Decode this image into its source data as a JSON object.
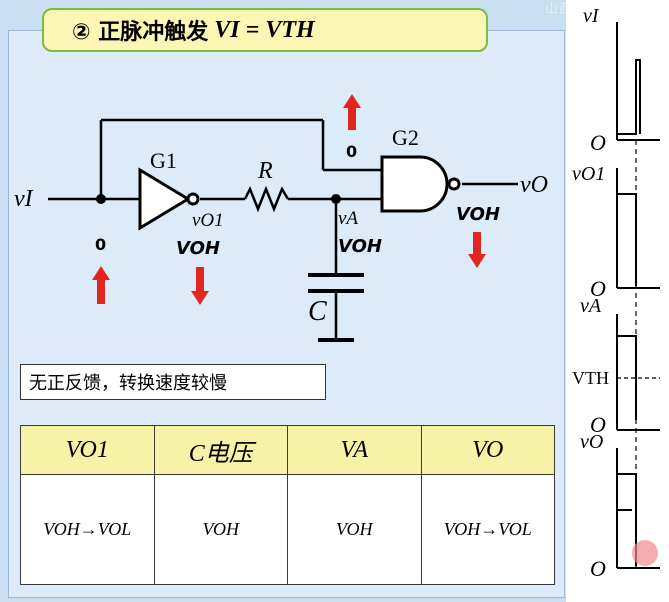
{
  "title": {
    "prefix": "② 正脉冲触发",
    "formula": "VI = VTH"
  },
  "watermark": "山西农业大",
  "circuit": {
    "input_label": "vI",
    "g1_label": "G1",
    "g2_label": "G2",
    "r_label": "R",
    "c_label": "C",
    "vo1_label": "vO1",
    "va_label": "vA",
    "vo_label": "vO",
    "v_oh_a": "VOH",
    "v_oh_b": "VOH",
    "v_oh_c": "VOH",
    "zero_input": "0",
    "zero_feedback": "0"
  },
  "note": "无正反馈，转换速度较慢",
  "table": {
    "headers": [
      "VO1",
      "C电压",
      "VA",
      "VO"
    ],
    "row": [
      "VOH→VOL",
      "VOH",
      "VOH",
      "VOH→VOL"
    ]
  },
  "waveforms": {
    "labels": [
      "vI",
      "vO1",
      "vA",
      "vO"
    ],
    "origin": "O",
    "vth": "VTH"
  },
  "colors": {
    "arrow": "#e0261e",
    "title_bg": "#fbf6b4",
    "title_border": "#7dbb42",
    "header_bg": "#f6f2a6"
  }
}
